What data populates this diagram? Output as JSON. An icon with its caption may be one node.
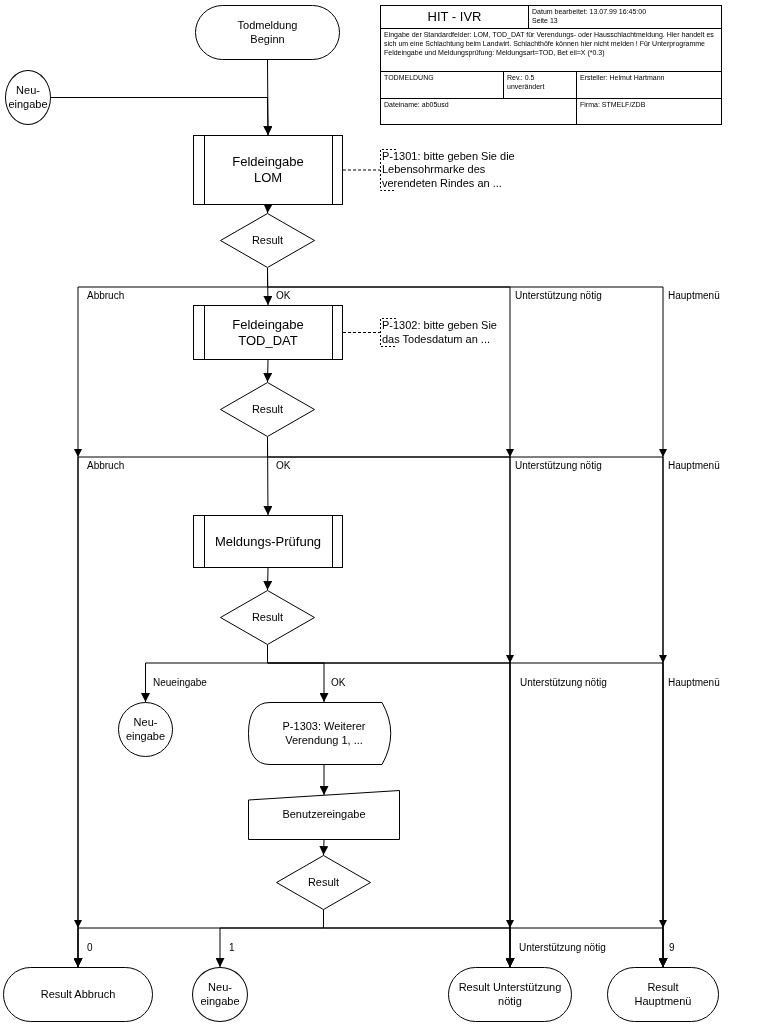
{
  "diagram": {
    "nodes": [
      {
        "text": [
          "Todmeldung Beginn"
        ]
      },
      {
        "text": [
          "Neu- eingabe"
        ]
      },
      {
        "text": [
          "Feldeingabe LOM"
        ]
      },
      {
        "text": [
          "P-1301: bitte geben Sie die Lebensohrmarke des verendeten Rindes an ..."
        ]
      },
      {
        "text": [
          "Result"
        ]
      },
      {
        "text": [
          "Feldeingabe TOD_DAT"
        ]
      },
      {
        "text": [
          "P-1302: bitte geben Sie das Todesdatum an ..."
        ]
      },
      {
        "text": [
          "Result"
        ]
      },
      {
        "text": [
          "Meldungs-Prüfung"
        ]
      },
      {
        "text": [
          "Result"
        ]
      },
      {
        "text": [
          "Neu- eingabe"
        ]
      },
      {
        "text": [
          "P-1303: Weiterer Verendung 1, ..."
        ]
      },
      {
        "text": [
          "Benutzereingabe"
        ]
      },
      {
        "text": [
          "Result"
        ]
      },
      {
        "text": [
          "Result Abbruch"
        ]
      },
      {
        "text": [
          "Neu- eingabe"
        ]
      },
      {
        "text": [
          "Result Unterstützung nötig"
        ]
      },
      {
        "text": [
          "Result Hauptmenü"
        ]
      }
    ],
    "edges": [
      {
        "from": 0,
        "to": 2,
        "arrow": "to"
      },
      {
        "from": 1,
        "to": 2,
        "arrow": "to"
      },
      {
        "from": 2,
        "to": 3,
        "arrow": "none",
        "style": "dashed"
      },
      {
        "from": 2,
        "to": 4,
        "arrow": "to"
      },
      {
        "from": 4,
        "to": 5,
        "arrow": "to",
        "label": "OK"
      },
      {
        "from": 4,
        "to": 14,
        "arrow": "to",
        "label": "Abbruch"
      },
      {
        "from": 4,
        "to": 16,
        "arrow": "to",
        "label": "Unterstützung nötig"
      },
      {
        "from": 4,
        "to": 17,
        "arrow": "to",
        "label": "Hauptmenü"
      },
      {
        "from": 5,
        "to": 6,
        "arrow": "none",
        "style": "dashed"
      },
      {
        "from": 5,
        "to": 7,
        "arrow": "to"
      },
      {
        "from": 7,
        "to": 8,
        "arrow": "to",
        "label": "OK"
      },
      {
        "from": 7,
        "to": 14,
        "arrow": "to",
        "label": "Abbruch"
      },
      {
        "from": 7,
        "to": 16,
        "arrow": "to",
        "label": "Unterstützung nötig"
      },
      {
        "from": 7,
        "to": 17,
        "arrow": "to",
        "label": "Hauptmenü"
      },
      {
        "from": 8,
        "to": 9,
        "arrow": "to"
      },
      {
        "from": 9,
        "to": 10,
        "arrow": "to",
        "label": "Neueingabe"
      },
      {
        "from": 9,
        "to": 11,
        "arrow": "to",
        "label": "OK"
      },
      {
        "from": 9,
        "to": 16,
        "arrow": "to",
        "label": "Unterstützung nötig"
      },
      {
        "from": 9,
        "to": 17,
        "arrow": "to",
        "label": "Hauptmenü"
      },
      {
        "from": 11,
        "to": 12,
        "arrow": "to"
      },
      {
        "from": 12,
        "to": 13,
        "arrow": "to"
      },
      {
        "from": 13,
        "to": 14,
        "arrow": "to",
        "label": "0"
      },
      {
        "from": 13,
        "to": 15,
        "arrow": "to",
        "label": "1"
      },
      {
        "from": 13,
        "to": 16,
        "arrow": "to",
        "label": "Unterstützung nötig"
      },
      {
        "from": 13,
        "to": 17,
        "arrow": "to",
        "label": "9"
      }
    ],
    "labels": [
      "HIT - IVR",
      "Datum bearbeitet: 13.07.99 16:45:00",
      "Seite 13",
      "Eingabe der Standardfelder: LOM, TOD_DAT für Verendungs- oder Hausschlachtmeldung. Hier handelt es sich um eine Schlachtung beim Landwirt. Schlachthöfe können hier nicht melden ! Für Unterprogramme Feldeingabe und Meldungsprüfung: Meldungsart=TOD, Bet eil=X (*0.3)",
      "TODMELDUNG",
      "Rev.: 0.5 unverändert",
      "Ersteller: Helmut Hartmann",
      "Dateiname: ab05usd",
      "Firma: STMELF/ZDB"
    ]
  }
}
